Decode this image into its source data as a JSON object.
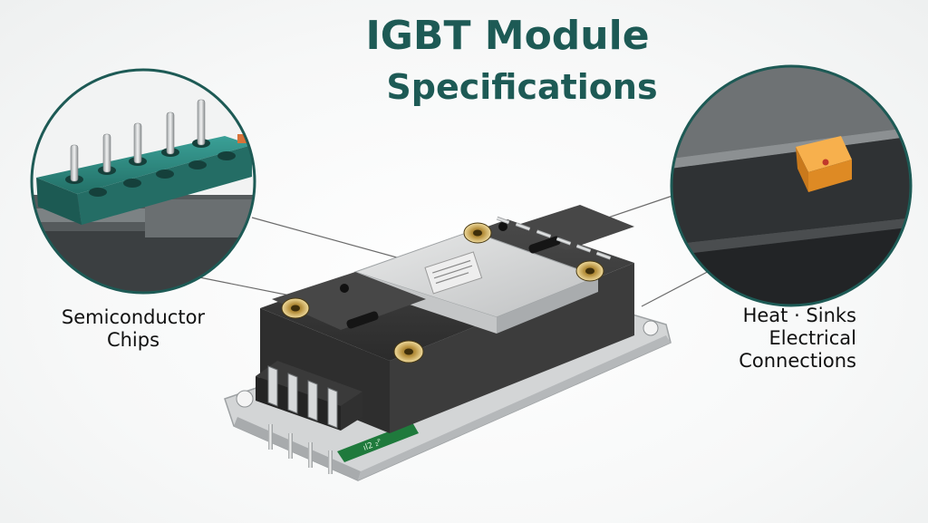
{
  "title": {
    "line1": "IGBT Module",
    "line2": "Specifications"
  },
  "callouts": {
    "left": {
      "line1": "Semiconductor",
      "line2": "Chips"
    },
    "right": {
      "line1": "Heat · Sinks",
      "line2": "Electrical",
      "line3": "Connections"
    }
  },
  "colors": {
    "title": "#1d5a55",
    "callout_ring": "#1d5a55",
    "teal_block": "#2f8f86",
    "module_body": "#3a3a3a",
    "cover_plate": "#d8d9d9",
    "base_plate": "#c9cbcc",
    "pcb_green": "#1f7a3c",
    "orange_pad": "#f4a23b",
    "brass_terminal": "#c9a24d"
  },
  "icons": {
    "left_zoom": "pin-header-closeup",
    "right_zoom": "heat-sink-edge-closeup"
  }
}
